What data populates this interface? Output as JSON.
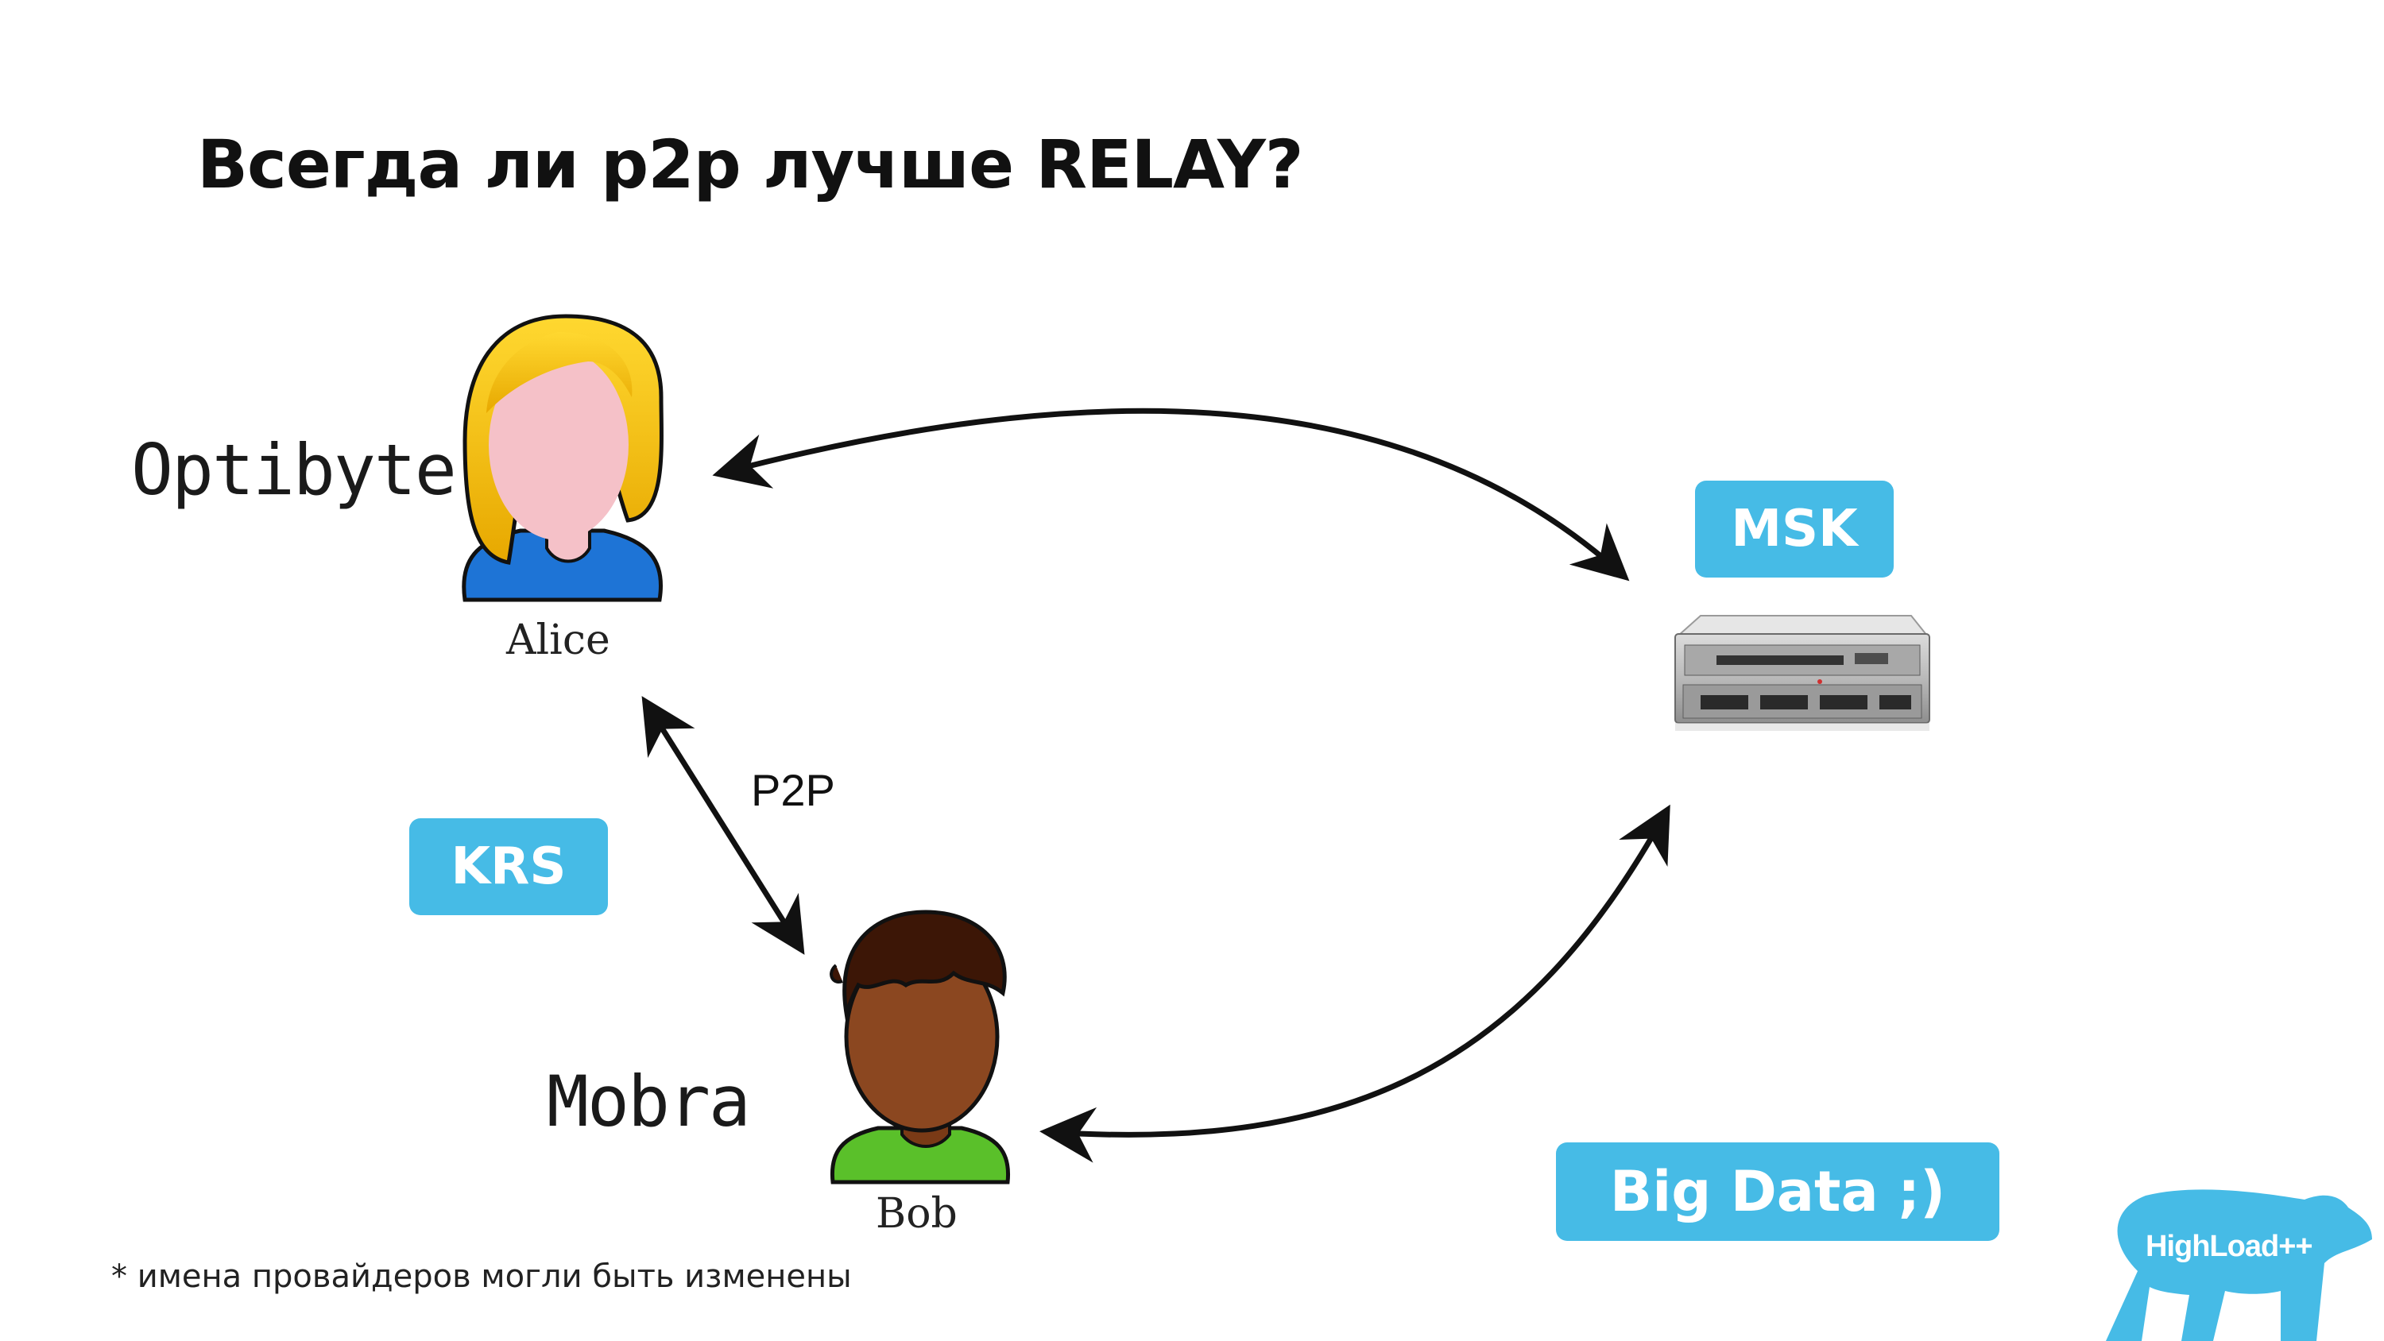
{
  "slide": {
    "title": "Всегда ли p2p лучше RELAY?",
    "footnote": "* имена провайдеров могли быть изменены"
  },
  "nodes": {
    "alice": {
      "provider": "Optibyte",
      "name": "Alice"
    },
    "bob": {
      "provider": "Mobra",
      "name": "Bob"
    },
    "server": {
      "location": "MSK"
    }
  },
  "edges": {
    "p2p_label": "P2P"
  },
  "badges": {
    "krs": "KRS",
    "big_data": "Big Data ;)"
  },
  "logo": {
    "text": "HighLoad++"
  },
  "colors": {
    "badge": "#46bbe6",
    "alice_hair": "#f2c400",
    "alice_shirt": "#1e74d6",
    "bob_skin": "#8b4720",
    "bob_shirt": "#5ac02a",
    "logo": "#46bbe6"
  }
}
